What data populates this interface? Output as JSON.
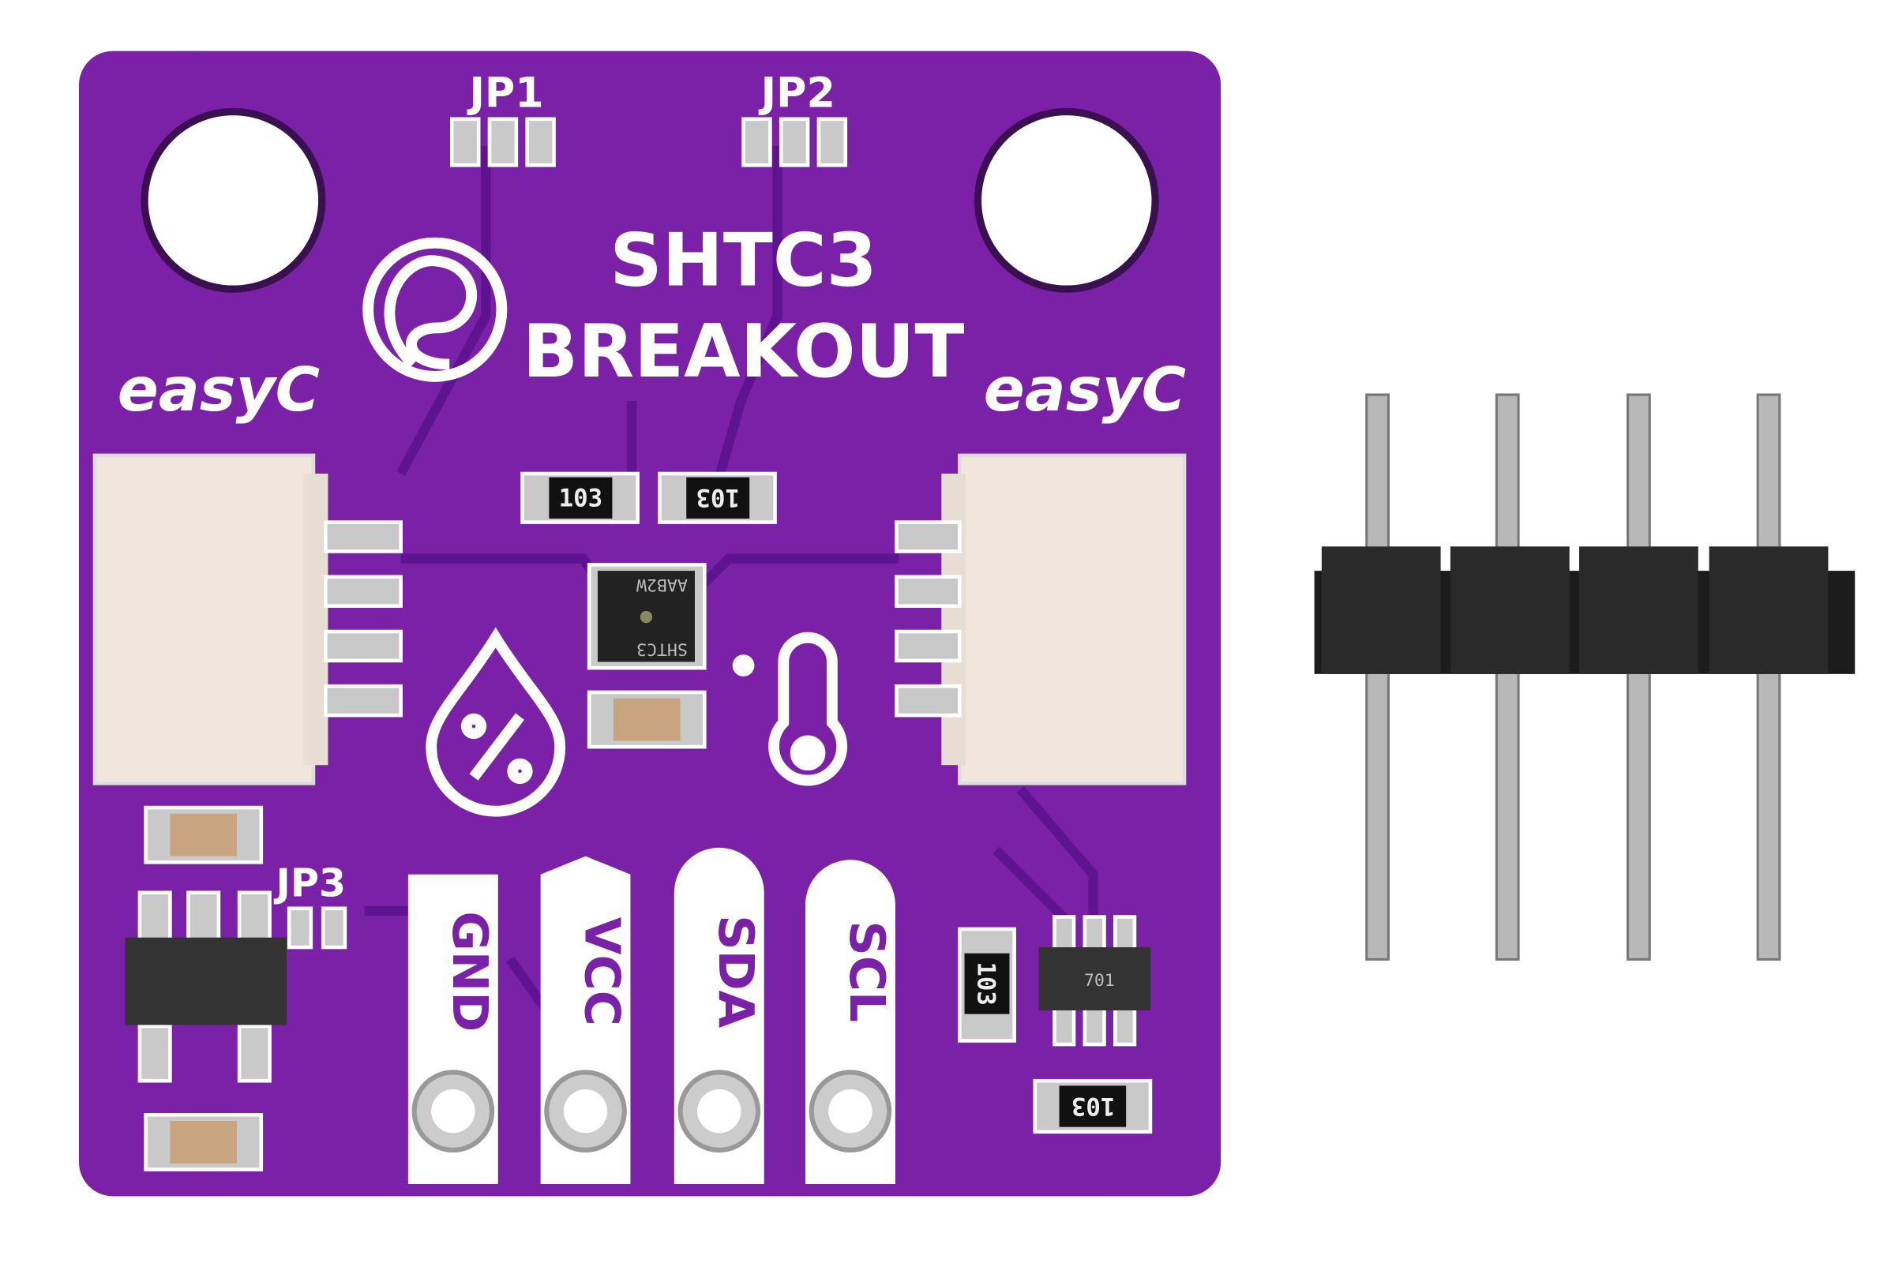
{
  "board": {
    "title_line1": "SHTC3",
    "title_line2": "BREAKOUT",
    "connector_label_left": "easyC",
    "connector_label_right": "easyC",
    "jumpers": [
      "JP1",
      "JP2",
      "JP3"
    ],
    "pin_labels": [
      "GND",
      "VCC",
      "SDA",
      "SCL"
    ],
    "resistor_marks": [
      "103",
      "103",
      "103",
      "103"
    ],
    "sensor_chip_mark": "AAB2W",
    "sensor_chip_mark2": "SHTC3",
    "transistor_mark": "701",
    "colors": {
      "pcb": "#7a21a8",
      "silkscreen": "#ffffff",
      "header": "#1c1c1c",
      "pin": "#b8b8b8"
    }
  },
  "header": {
    "pin_count": 4
  }
}
